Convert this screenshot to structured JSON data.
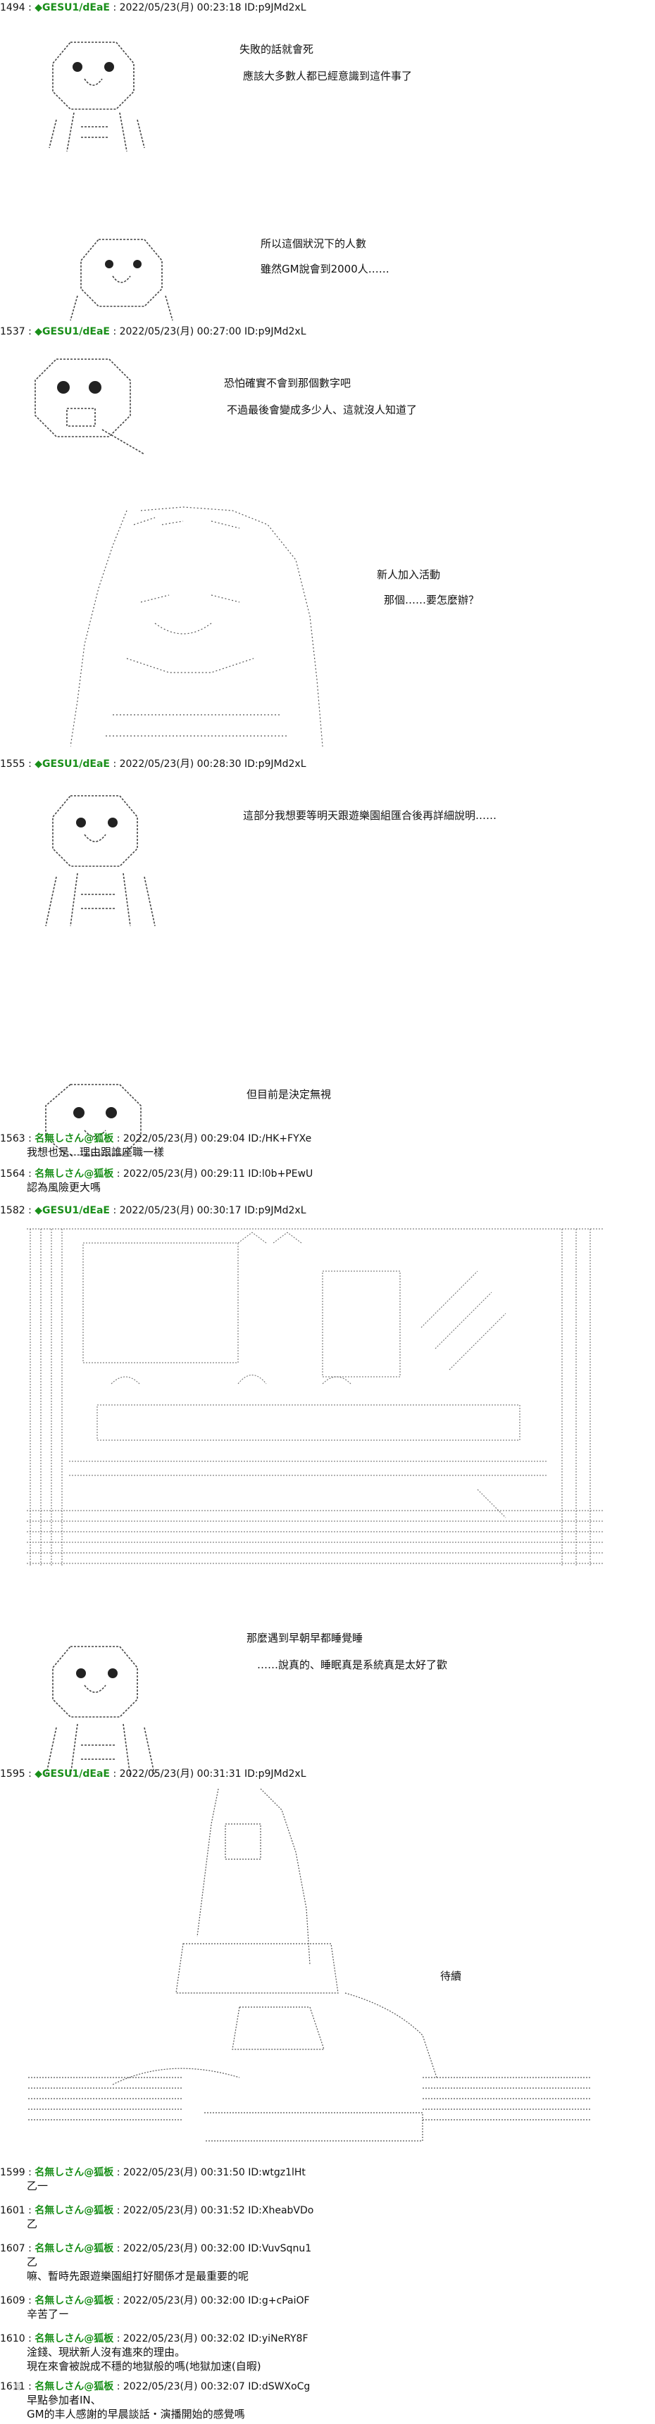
{
  "posts": [
    {
      "num": "1494 :",
      "name": "◆GESU1/dEaE",
      "meta": ": 2022/05/23(月) 00:23:18 ID:p9JMd2xL"
    },
    {
      "num": "1537 :",
      "name": "◆GESU1/dEaE",
      "meta": ": 2022/05/23(月) 00:27:00 ID:p9JMd2xL"
    },
    {
      "num": "1555 :",
      "name": "◆GESU1/dEaE",
      "meta": ": 2022/05/23(月) 00:28:30 ID:p9JMd2xL"
    },
    {
      "num": "1563 :",
      "name": "名無しさん@狐板",
      "meta": ": 2022/05/23(月) 00:29:04 ID:/HK+FYXe",
      "text": "我想也是、理由跟誰座職一樣"
    },
    {
      "num": "1564 :",
      "name": "名無しさん@狐板",
      "meta": ": 2022/05/23(月) 00:29:11 ID:l0b+PEwU",
      "text": "認為風險更大嗎"
    },
    {
      "num": "1582 :",
      "name": "◆GESU1/dEaE",
      "meta": ": 2022/05/23(月) 00:30:17 ID:p9JMd2xL"
    },
    {
      "num": "1595 :",
      "name": "◆GESU1/dEaE",
      "meta": ": 2022/05/23(月) 00:31:31 ID:p9JMd2xL"
    },
    {
      "num": "1599 :",
      "name": "名無しさん@狐板",
      "meta": ": 2022/05/23(月) 00:31:50 ID:wtgz1lHt",
      "text": "乙一"
    },
    {
      "num": "1601 :",
      "name": "名無しさん@狐板",
      "meta": ": 2022/05/23(月) 00:31:52 ID:XheabVDo",
      "text": "乙"
    },
    {
      "num": "1607 :",
      "name": "名無しさん@狐板",
      "meta": ": 2022/05/23(月) 00:32:00 ID:VuvSqnu1",
      "text": "乙\n嘛、暫時先跟遊樂園組打好關係才是最重要的呢"
    },
    {
      "num": "1609 :",
      "name": "名無しさん@狐板",
      "meta": ": 2022/05/23(月) 00:32:00 ID:g+cPaiOF",
      "text": "辛苦了ー"
    },
    {
      "num": "1610 :",
      "name": "名無しさん@狐板",
      "meta": ": 2022/05/23(月) 00:32:02 ID:yiNeRY8F",
      "text": "淦錢、現狀新人沒有進來的理由。\n現在來會被說成不穩的地獄般的嗎(地獄加速(自暇)"
    },
    {
      "num": "1611 :",
      "name": "名無しさん@狐板",
      "meta": ": 2022/05/23(月) 00:32:07 ID:dSWXoCg",
      "text": "早點參加者IN、\nGM的丰人感謝的早晨談話・演播開始的感覺嗎"
    }
  ],
  "dialogue": {
    "d1a": "失敗的話就會死",
    "d1b": "應該大多數人都已經意識到這件事了",
    "d2a": "所以這個狀況下的人數",
    "d2b": "雖然GM說會到2000人……",
    "d3a": "恐怕確實不會到那個數字吧",
    "d3b": "不過最後會變成多少人、這就沒人知道了",
    "d4a": "新人加入活動",
    "d4b": "那個……要怎麼辦？",
    "d5": "這部分我想要等明天跟遊樂園組匯合後再詳細說明……",
    "d6": "但目前是決定無視",
    "d7a": "那麼遇到早朝早都睡覺睡",
    "d7b": "……說真的、睡眠真是系統真是太好了歡",
    "d8": "待續"
  },
  "watermark": "漫"
}
